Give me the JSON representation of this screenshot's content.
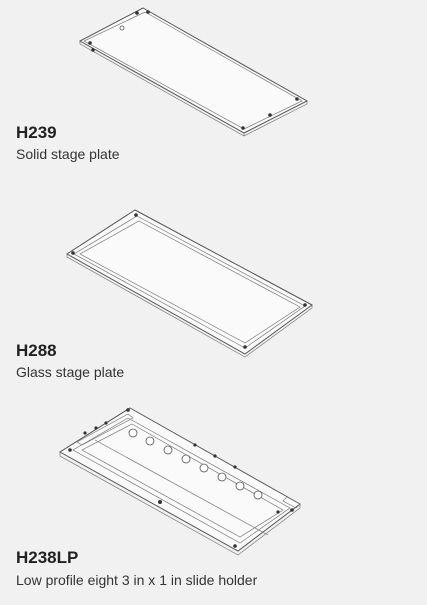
{
  "products": [
    {
      "code": "H239",
      "description": "Solid stage plate"
    },
    {
      "code": "H288",
      "description": "Glass stage plate"
    },
    {
      "code": "H238LP",
      "description": "Low profile eight 3 in x 1 in slide holder"
    }
  ]
}
